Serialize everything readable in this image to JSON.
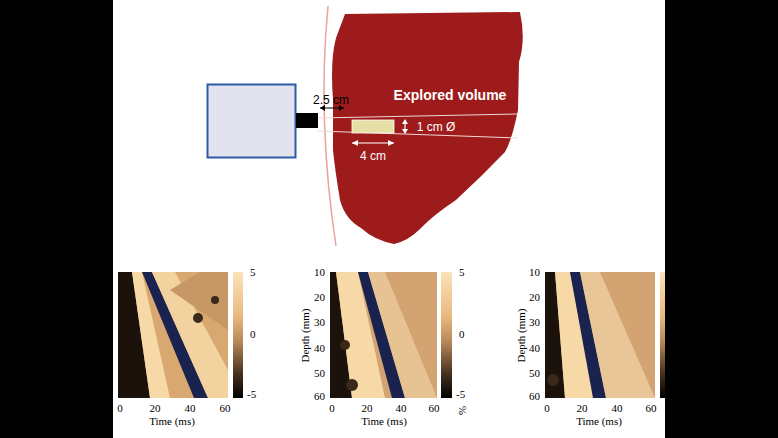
{
  "diagram": {
    "labels": [
      "2.5 cm",
      "Explored volume",
      "1 cm Ø",
      "4 cm",
      "5",
      "0",
      "-5",
      "0",
      "20",
      "40",
      "60",
      "Time (ms)",
      "Depth (mm)",
      "10",
      "20",
      "30",
      "40",
      "50",
      "60",
      "5",
      "0",
      "-5",
      "%",
      "0",
      "20",
      "40",
      "60",
      "Time (ms)",
      "Depth (mm)",
      "10",
      "20",
      "30",
      "40",
      "50",
      "60",
      "0",
      "20",
      "40",
      "60",
      "Time (ms)"
    ]
  }
}
